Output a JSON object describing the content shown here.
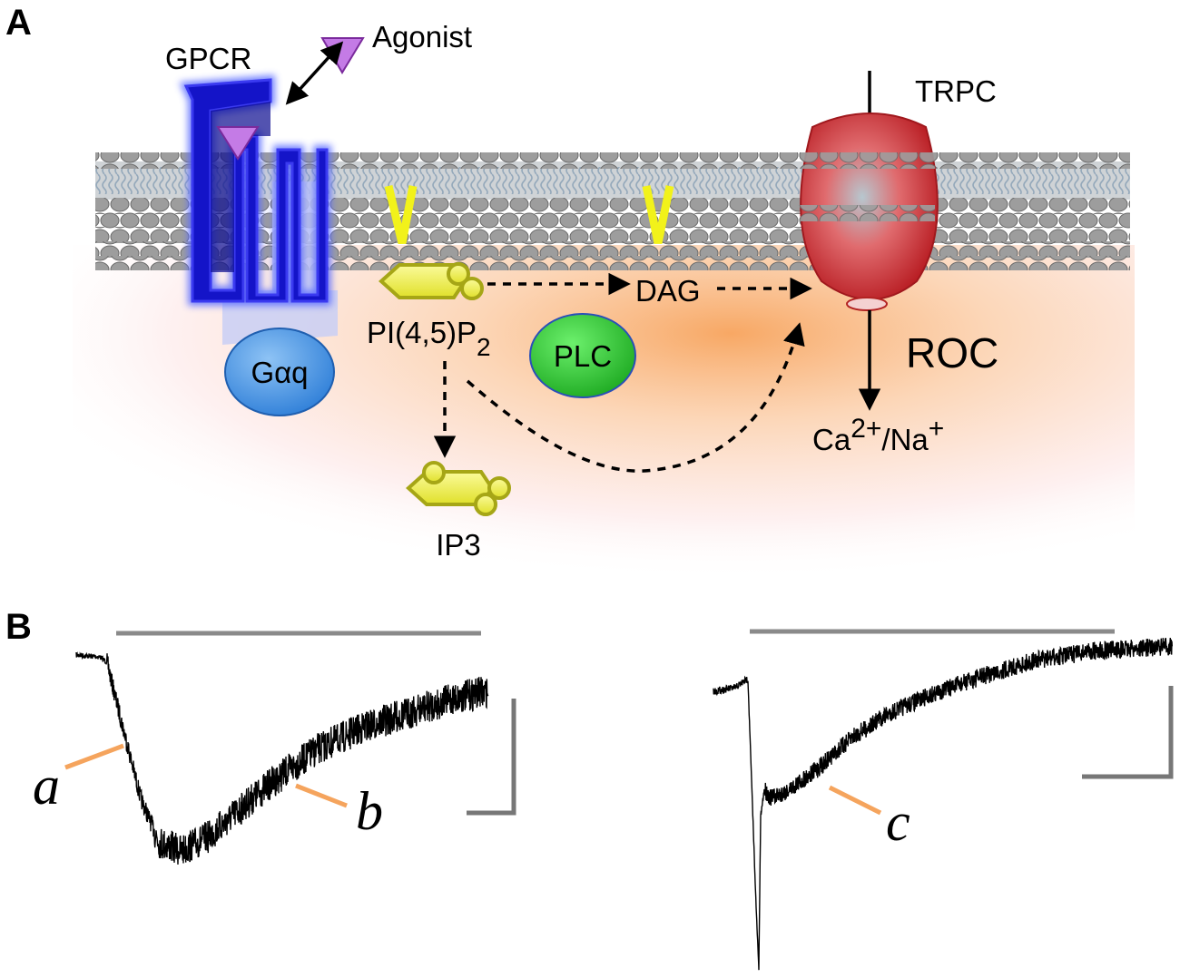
{
  "panel_a": {
    "letter": "A",
    "gpcr_label": "GPCR",
    "agonist_label": "Agonist",
    "trpc_label": "TRPC",
    "galphaq_label": "Gαq",
    "plc_label": "PLC",
    "pip2_label_main": "PI(4,5)P",
    "pip2_label_sub": "2",
    "dag_label": "DAG",
    "ip3_label": "IP3",
    "roc_label": "ROC",
    "ion_ca": "Ca",
    "ion_ca_sup": "2+",
    "ion_slash_na": "/Na",
    "ion_na_sup": "+",
    "colors": {
      "gpcr": "#1a1acc",
      "trpc": "#c41f25",
      "galphaq": "#3d8fe0",
      "plc": "#2fbf2f",
      "pip2": "#e6e63a",
      "lipid_head": "#a9a9a9",
      "cytosol_glow": "#f7a35c",
      "agonist": "#b967e0"
    }
  },
  "panel_b": {
    "letter": "B",
    "marker_a": "a",
    "marker_b": "b",
    "marker_c": "c",
    "arrow_color": "#f5a45d",
    "bar_color": "#8a8a8a"
  }
}
